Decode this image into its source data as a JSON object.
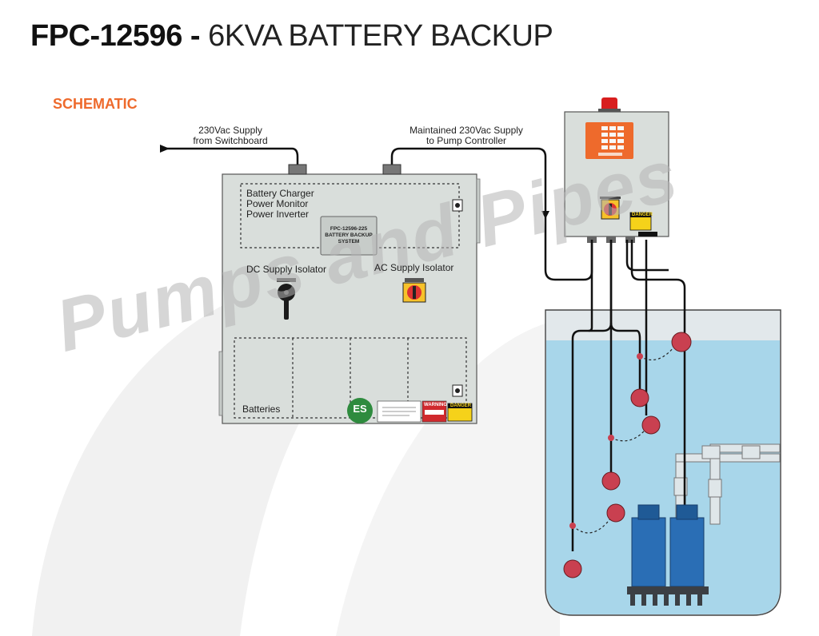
{
  "title": {
    "model": "FPC-12596 -",
    "description": "6KVA BATTERY BACKUP"
  },
  "section_heading": "SCHEMATIC",
  "supply_in_label": [
    "230Vac Supply",
    "from Switchboard"
  ],
  "supply_out_label": [
    "Maintained 230Vac Supply",
    "to Pump Controller"
  ],
  "cabinet": {
    "upper_compartment": [
      "Battery Charger",
      "Power Monitor",
      "Power Inverter"
    ],
    "nameplate": [
      "FPC-12596-225",
      "BATTERY BACKUP",
      "SYSTEM"
    ],
    "dc_isolator_label": "DC Supply Isolator",
    "ac_isolator_label": "AC Supply Isolator",
    "batteries_label": "Batteries",
    "logo_text": "ES",
    "danger_label": "DANGER",
    "warning_label": "WARNING"
  },
  "controller": {
    "danger_label": "DANGER"
  },
  "watermark": "Pumps and Pipes",
  "colors": {
    "accent": "#ee6a2c",
    "cabinet": "#d9dedb",
    "water": "#a8d6ea",
    "pump": "#2a6eb5",
    "float": "#c94050"
  }
}
